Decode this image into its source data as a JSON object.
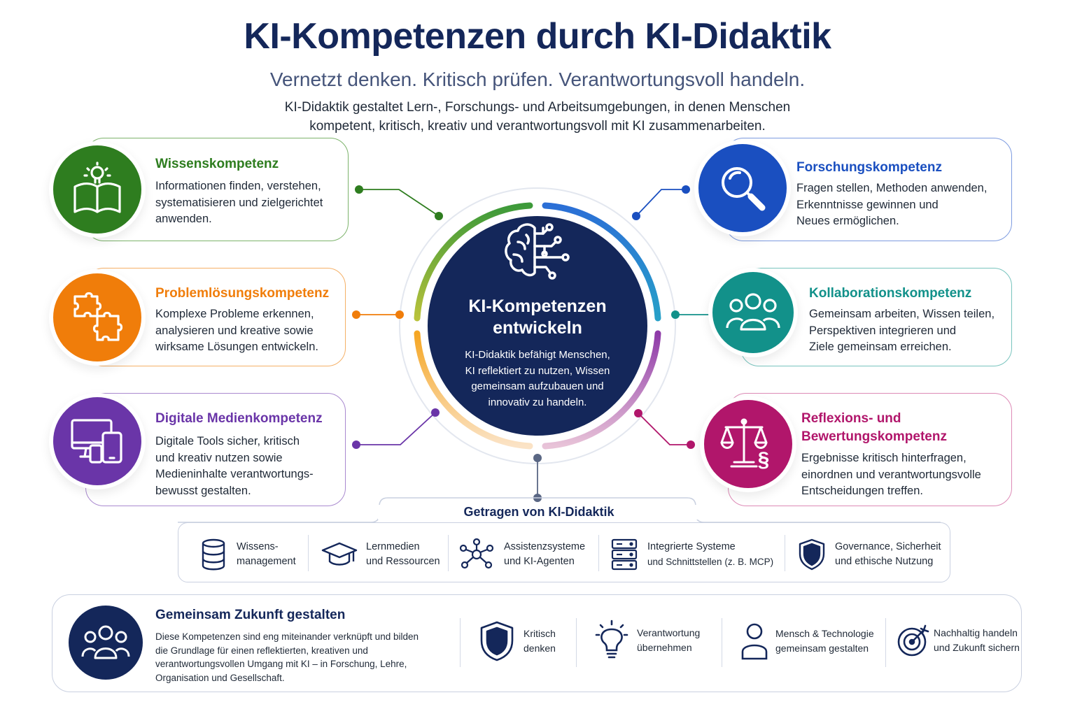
{
  "header": {
    "title": "KI-Kompetenzen durch KI-Didaktik",
    "subtitle": "Vernetzt denken. Kritisch prüfen. Verantwortungsvoll handeln.",
    "intro_line1": "KI-Didaktik gestaltet Lern-, Forschungs- und Arbeitsumgebungen, in denen Menschen",
    "intro_line2": "kompetent, kritisch, kreativ und verantwortungsvoll mit KI zusammenarbeiten."
  },
  "center": {
    "title_line1": "KI-Kompetenzen",
    "title_line2": "entwickeln",
    "text_line1": "KI-Didaktik befähigt Menschen,",
    "text_line2": "KI reflektiert zu nutzen, Wissen",
    "text_line3": "gemeinsam aufzubauen und",
    "text_line4": "innovativ zu handeln.",
    "icon": "brain-circuit-icon"
  },
  "competencies": [
    {
      "title": "Wissenskompetenz",
      "lines": [
        "Informationen finden, verstehen,",
        "systematisieren und zielgerichtet",
        "anwenden."
      ],
      "icon": "book-lightbulb-icon",
      "color": "#2e7d1f"
    },
    {
      "title": "Problemlösungskompetenz",
      "lines": [
        "Komplexe Probleme erkennen,",
        "analysieren und kreative sowie",
        "wirksame Lösungen entwickeln."
      ],
      "icon": "puzzle-icon",
      "color": "#f07d0a"
    },
    {
      "title": "Digitale Medienkompetenz",
      "lines": [
        "Digitale Tools sicher, kritisch",
        "und kreativ nutzen sowie",
        "Medieninhalte verantwortungs-",
        "bewusst gestalten."
      ],
      "icon": "devices-icon",
      "color": "#6a35a8"
    },
    {
      "title": "Forschungskompetenz",
      "lines": [
        "Fragen stellen, Methoden anwenden,",
        "Erkenntnisse gewinnen und",
        "Neues ermöglichen."
      ],
      "icon": "magnifier-icon",
      "color": "#1a4fc0"
    },
    {
      "title": "Kollaborationskompetenz",
      "lines": [
        "Gemeinsam arbeiten, Wissen teilen,",
        "Perspektiven integrieren und",
        "Ziele gemeinsam erreichen."
      ],
      "icon": "team-icon",
      "color": "#12918a"
    },
    {
      "title_line1": "Reflexions- und",
      "title_line2": "Bewertungskompetenz",
      "lines": [
        "Ergebnisse kritisch hinterfragen,",
        "einordnen und verantwortungsvolle",
        "Entscheidungen treffen."
      ],
      "icon": "scales-paragraph-icon",
      "color": "#b1166b"
    }
  ],
  "support": {
    "title": "Getragen von KI-Didaktik",
    "items": [
      {
        "line1": "Wissens-",
        "line2": "management",
        "icon": "database-icon"
      },
      {
        "line1": "Lernmedien",
        "line2": "und Ressourcen",
        "icon": "graduation-cap-icon"
      },
      {
        "line1": "Assistenzsysteme",
        "line2": "und KI-Agenten",
        "icon": "network-icon"
      },
      {
        "line1": "Integrierte Systeme",
        "line2": "und Schnittstellen (z. B. MCP)",
        "icon": "server-icon"
      },
      {
        "line1": "Governance, Sicherheit",
        "line2": "und ethische Nutzung",
        "icon": "shield-icon"
      }
    ]
  },
  "future": {
    "title": "Gemeinsam Zukunft gestalten",
    "text_line1": "Diese Kompetenzen sind eng miteinander verknüpft und bilden",
    "text_line2": "die Grundlage für einen reflektierten, kreativen und",
    "text_line3": "verantwortungsvollen Umgang mit KI – in Forschung, Lehre,",
    "text_line4": "Organisation und Gesellschaft.",
    "icon": "group-icon",
    "values": [
      {
        "line1": "Kritisch",
        "line2": "denken",
        "icon": "shield-icon"
      },
      {
        "line1": "Verantwortung",
        "line2": "übernehmen",
        "icon": "lightbulb-icon"
      },
      {
        "line1": "Mensch & Technologie",
        "line2": "gemeinsam gestalten",
        "icon": "person-icon"
      },
      {
        "line1": "Nachhaltig handeln",
        "line2": "und Zukunft sichern",
        "icon": "target-icon"
      }
    ]
  },
  "colors": {
    "navy": "#14275a",
    "green": "#2e7d1f",
    "orange": "#f07d0a",
    "purple": "#6a35a8",
    "blue": "#1a4fc0",
    "teal": "#12918a",
    "magenta": "#b1166b"
  }
}
